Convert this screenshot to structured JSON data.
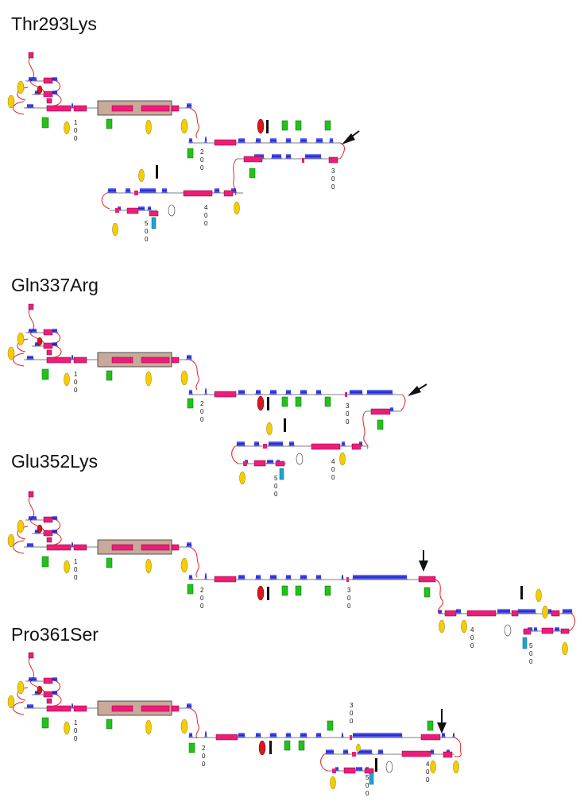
{
  "panels": [
    {
      "title": "Thr293Lys"
    },
    {
      "title": "Gln337Arg"
    },
    {
      "title": "Glu352Lys"
    },
    {
      "title": "Pro361Ser"
    }
  ],
  "colors": {
    "helix": "#0a12d8",
    "strand": "#ee1c78",
    "backbone": "#555555",
    "loop": "#e0262b",
    "yellow_marker": "#f4cd00",
    "green_marker": "#22c21a",
    "red_marker": "#d7191c",
    "black_marker": "#111111",
    "cyan_marker": "#1fa3d6",
    "domain_box": "#c9a99a"
  }
}
